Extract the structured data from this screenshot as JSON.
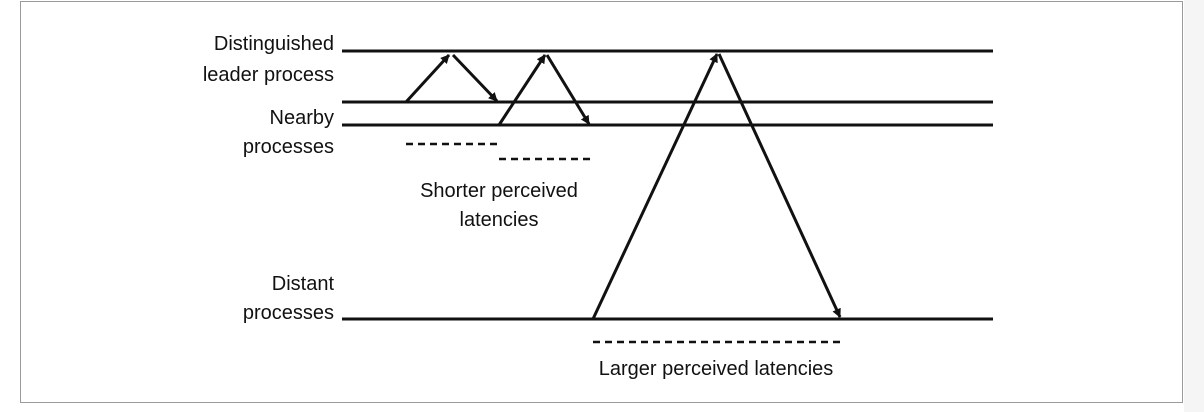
{
  "diagram": {
    "rows": {
      "leader": {
        "label_line1": "Distinguished",
        "label_line2": "leader process"
      },
      "nearby": {
        "label_line1": "Nearby",
        "label_line2": "processes"
      },
      "distant": {
        "label_line1": "Distant",
        "label_line2": "processes"
      }
    },
    "annotations": {
      "shorter_line1": "Shorter perceived",
      "shorter_line2": "latencies",
      "larger": "Larger perceived latencies"
    },
    "colors": {
      "stroke": "#111111",
      "frame": "#9a9a9a"
    }
  }
}
